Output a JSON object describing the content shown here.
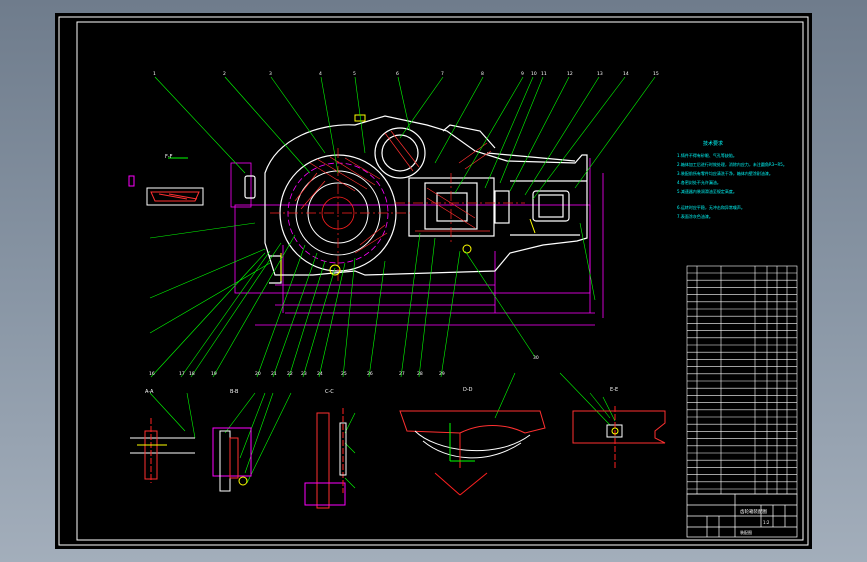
{
  "drawing": {
    "background": "#000000",
    "colors": {
      "frame": "#ffffff",
      "part": "#ffffff",
      "leader": "#00ff00",
      "dimension": "#ff00ff",
      "hatch": "#ff3030",
      "centerline": "#ff2020",
      "text": "#00ffff",
      "accent": "#ffff00",
      "table": "#ffffff"
    },
    "section_labels": [
      "A-A",
      "B-B",
      "C-C",
      "D-D",
      "E-E",
      "F-F"
    ],
    "balloons_top": [
      "1",
      "2",
      "3",
      "4",
      "5",
      "6",
      "7",
      "8",
      "9",
      "10",
      "11",
      "12",
      "13",
      "14",
      "15"
    ],
    "balloons_bottom": [
      "16",
      "17",
      "18",
      "19",
      "20",
      "21",
      "22",
      "23",
      "24",
      "25",
      "26",
      "27",
      "28",
      "29",
      "30"
    ],
    "notes_title": "技术要求",
    "notes": [
      "1.铸件不得有砂眼、气孔等缺陷。",
      "2.箱体加工后进行时效处理，消除内应力，未注圆角R3~R5。",
      "3.装配前所有零件均应清洗干净，箱体内壁涂耐油漆。",
      "4.各密封处不允许漏油。",
      "5.减速器内装润滑油至规定高度。",
      "6.运转时应平稳，无冲击和异常噪声。",
      "7.表面涂灰色油漆。"
    ],
    "title_block": {
      "name": "齿轮箱装配图",
      "scale": "1:2",
      "sheet": "装配图"
    }
  }
}
